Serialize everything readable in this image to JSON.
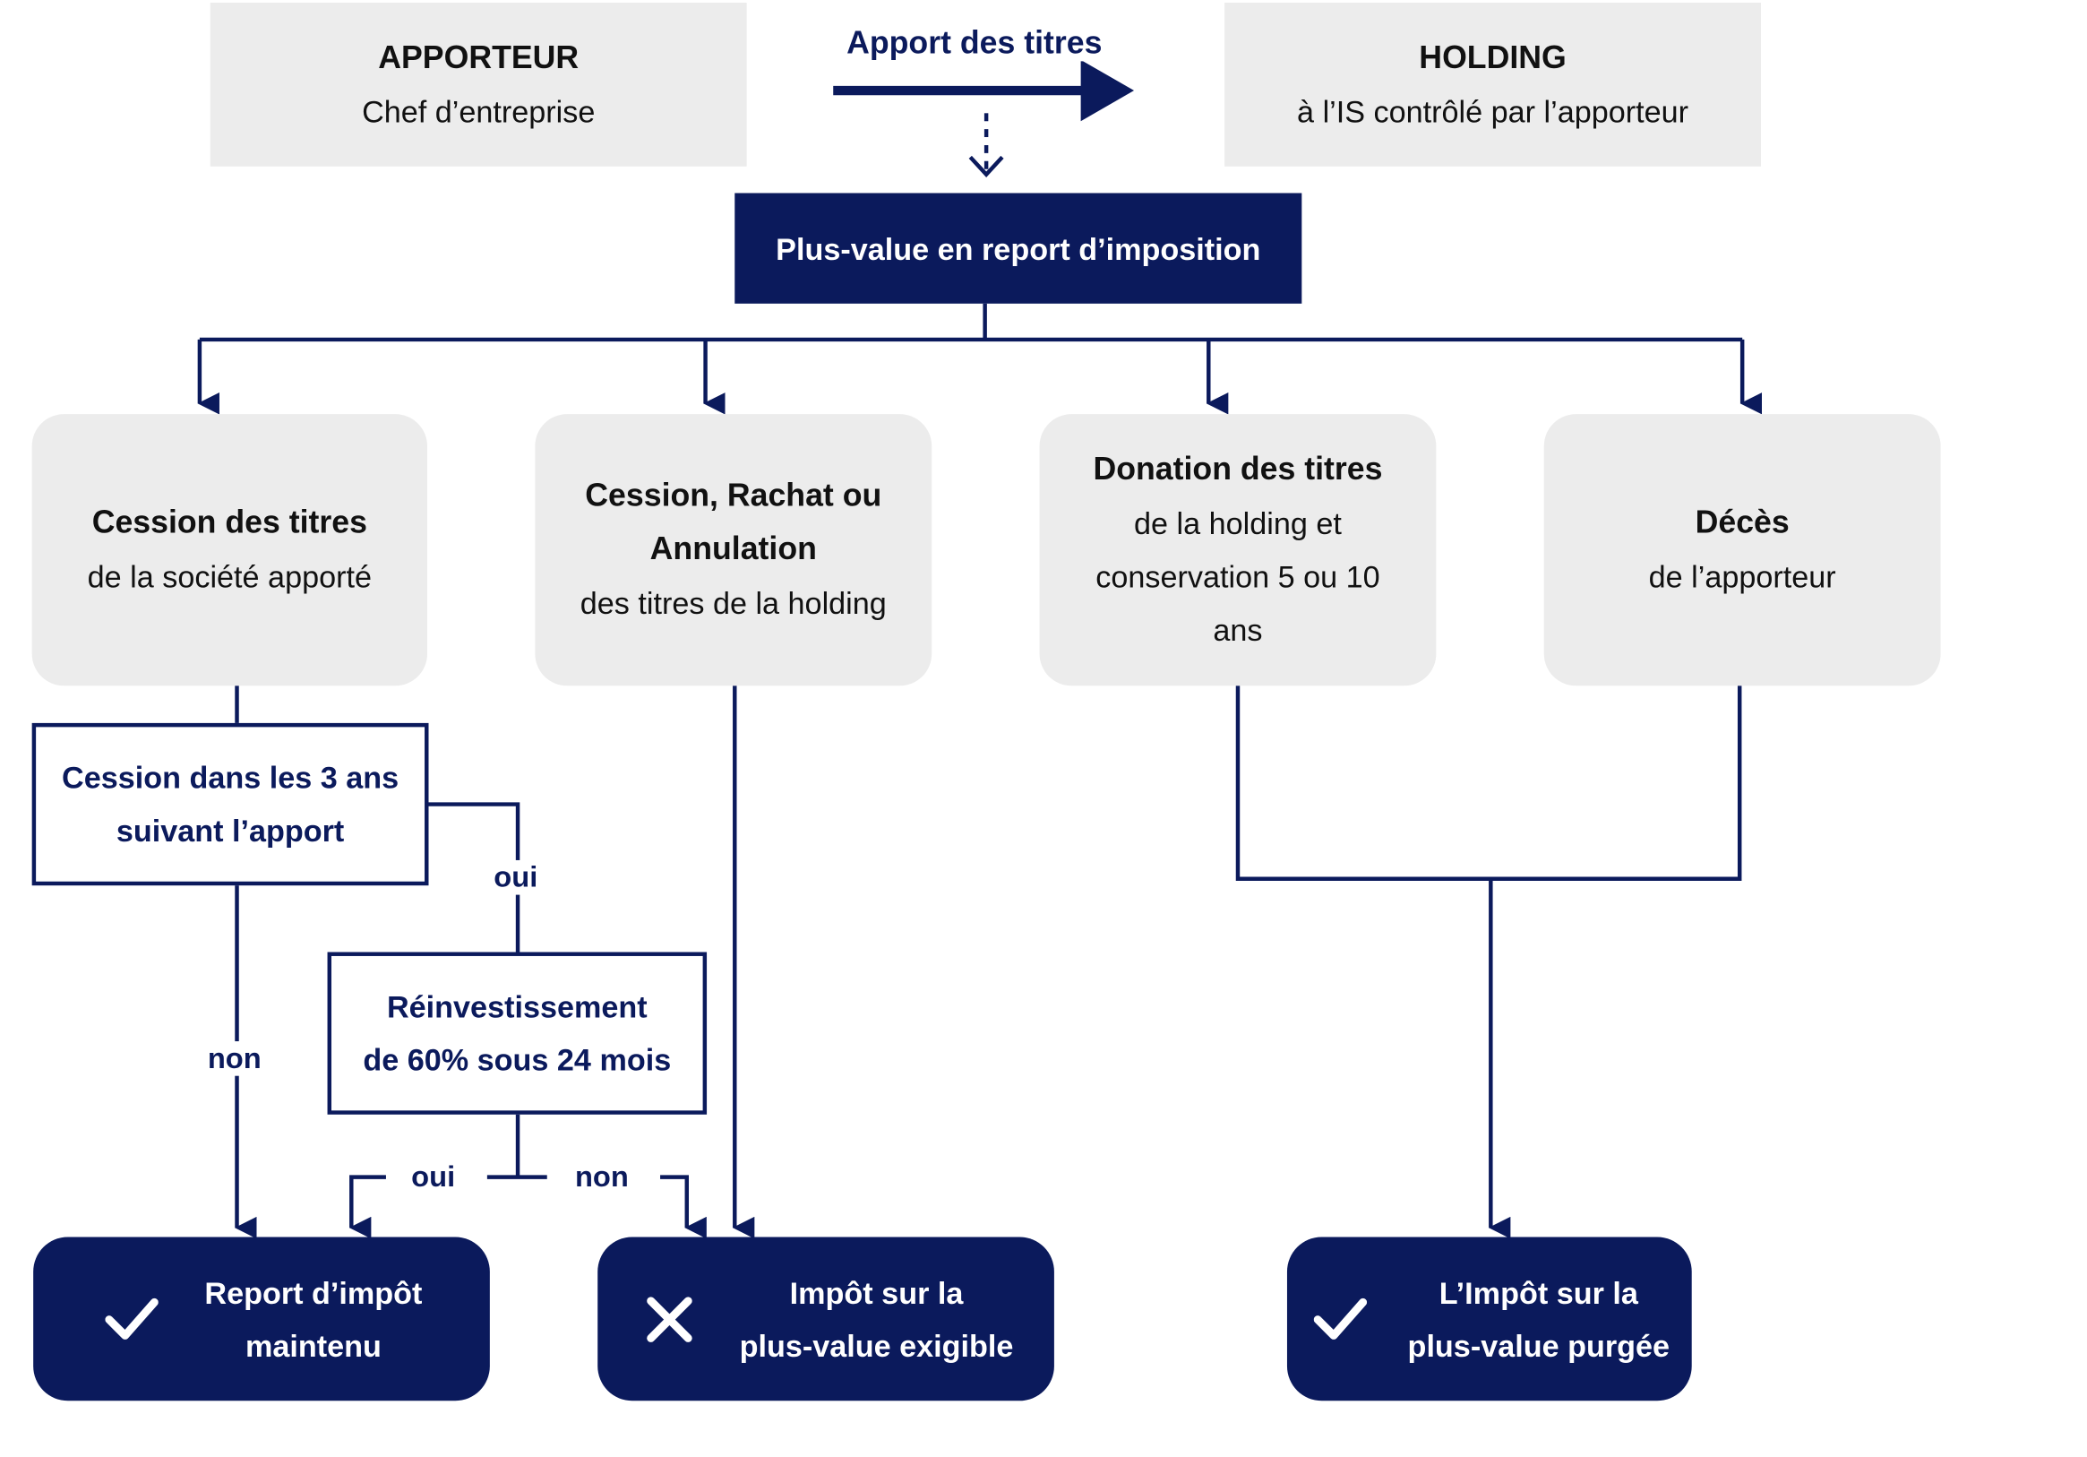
{
  "apporteur": {
    "title": "APPORTEUR",
    "subtitle": "Chef d’entreprise"
  },
  "transfer": {
    "label": "Apport des titres"
  },
  "holding": {
    "title": "HOLDING",
    "subtitle": "à l’IS contrôlé par l’apporteur"
  },
  "report": {
    "label": "Plus-value en report d’imposition"
  },
  "cases": {
    "cession_societe": {
      "title": "Cession des titres",
      "subtitle": "de la société apporté"
    },
    "cession_holding": {
      "title_line1": "Cession, Rachat ou",
      "title_line2": "Annulation",
      "subtitle": "des titres de la holding"
    },
    "donation": {
      "title": "Donation des titres",
      "line1": "de la holding et",
      "line2": "conservation 5 ou 10",
      "line3": "ans"
    },
    "deces": {
      "title": "Décès",
      "subtitle": "de l’apporteur"
    }
  },
  "decisions": {
    "three_years": {
      "line1": "Cession dans les 3 ans",
      "line2": "suivant l’apport"
    },
    "reinvest": {
      "line1": "Réinvestissement",
      "line2": "de 60% sous 24 mois"
    }
  },
  "branch_labels": {
    "oui_1": "oui",
    "non_1": "non",
    "oui_2": "oui",
    "non_2": "non"
  },
  "results": {
    "maintained": {
      "line1": "Report d’impôt",
      "line2": "maintenu",
      "icon": "check-icon"
    },
    "due": {
      "line1": "Impôt sur la",
      "line2": "plus-value exigible",
      "icon": "cross-icon"
    },
    "purged": {
      "line1": "L’Impôt sur la",
      "line2": "plus-value purgée",
      "icon": "check-icon"
    }
  },
  "colors": {
    "navy": "#0b1a5c",
    "grey": "#ececec",
    "white": "#ffffff"
  }
}
